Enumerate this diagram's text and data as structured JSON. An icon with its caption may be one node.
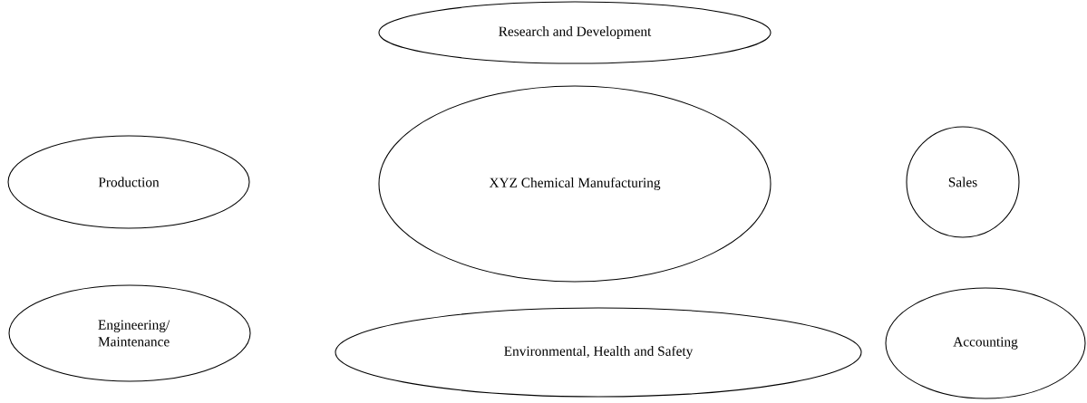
{
  "diagram": {
    "nodes": [
      {
        "text": [
          "Research and Development"
        ]
      },
      {
        "text": [
          "Production"
        ]
      },
      {
        "text": [
          "XYZ Chemical Manufacturing"
        ]
      },
      {
        "text": [
          "Sales"
        ]
      },
      {
        "text": [
          "Engineering/ Maintenance"
        ]
      },
      {
        "text": [
          "Environmental, Health and Safety"
        ]
      },
      {
        "text": [
          "Accounting"
        ]
      }
    ]
  }
}
